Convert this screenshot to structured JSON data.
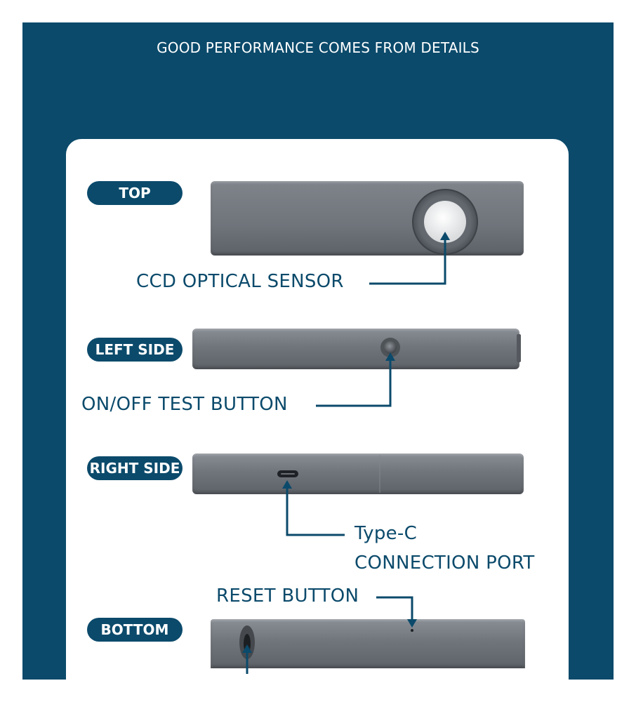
{
  "headline": "GOOD PERFORMANCE COMES FROM DETAILS",
  "sections": {
    "top": {
      "label": "TOP",
      "callout": "CCD OPTICAL SENSOR"
    },
    "left_side": {
      "label": "LEFT SIDE",
      "callout": "ON/OFF TEST BUTTON"
    },
    "right_side": {
      "label": "RIGHT SIDE",
      "callout_line1": "Type-C",
      "callout_line2": "CONNECTION PORT"
    },
    "bottom": {
      "label": "BOTTOM",
      "callout": "RESET BUTTON"
    }
  },
  "colors": {
    "brand_navy": "#0b4a6b",
    "device_gray": "#70757c",
    "background": "#ffffff"
  }
}
